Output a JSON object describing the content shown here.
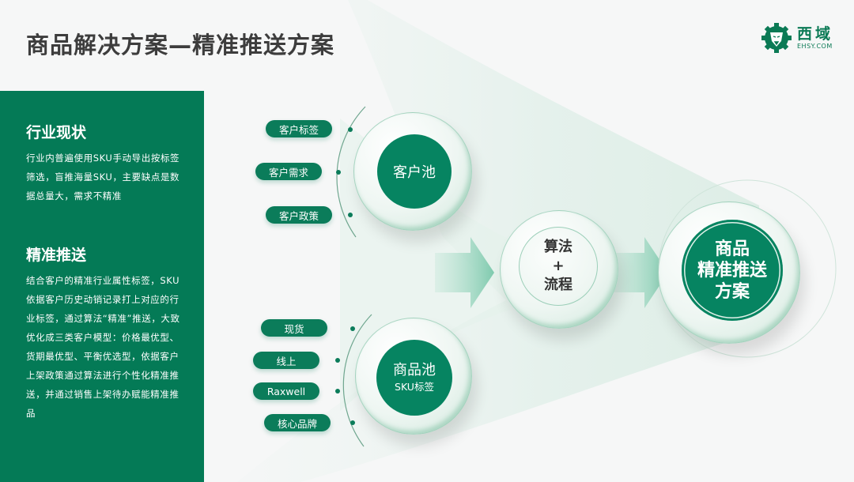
{
  "header": {
    "title": "商品解决方案—精准推送方案",
    "logo": {
      "icon": "lion-gear-icon",
      "name_cn": "西域",
      "name_en": "EHSY.COM"
    }
  },
  "left_panel": {
    "sections": [
      {
        "title": "行业现状",
        "body": "行业内普遍使用SKU手动导出按标签筛选，盲推海量SKU，主要缺点是数据总量大，需求不精准"
      },
      {
        "title": "精准推送",
        "body": "结合客户的精准行业属性标签，SKU依据客户历史动销记录打上对应的行业标签，通过算法“精准”推送，大致优化成三类客户模型：价格最优型、货期最优型、平衡优选型，依据客户上架政策通过算法进行个性化精准推送，并通过销售上架待办赋能精准推品"
      }
    ]
  },
  "diagram": {
    "customer_pool": {
      "label": "客户池",
      "tags": [
        "客户标签",
        "客户需求",
        "客户政策"
      ]
    },
    "product_pool": {
      "label": "商品池",
      "sublabel": "SKU标签",
      "tags": [
        "现货",
        "线上",
        "Raxwell",
        "核心品牌"
      ]
    },
    "process": {
      "line1": "算法",
      "line2": "+",
      "line3": "流程"
    },
    "result": {
      "line1": "商品",
      "line2": "精准推送",
      "line3": "方案"
    },
    "colors": {
      "primary": "#047a56",
      "accent": "#0b7c5a",
      "arrow": "#8fd1b8",
      "text_dark": "#3d3d3d"
    }
  }
}
